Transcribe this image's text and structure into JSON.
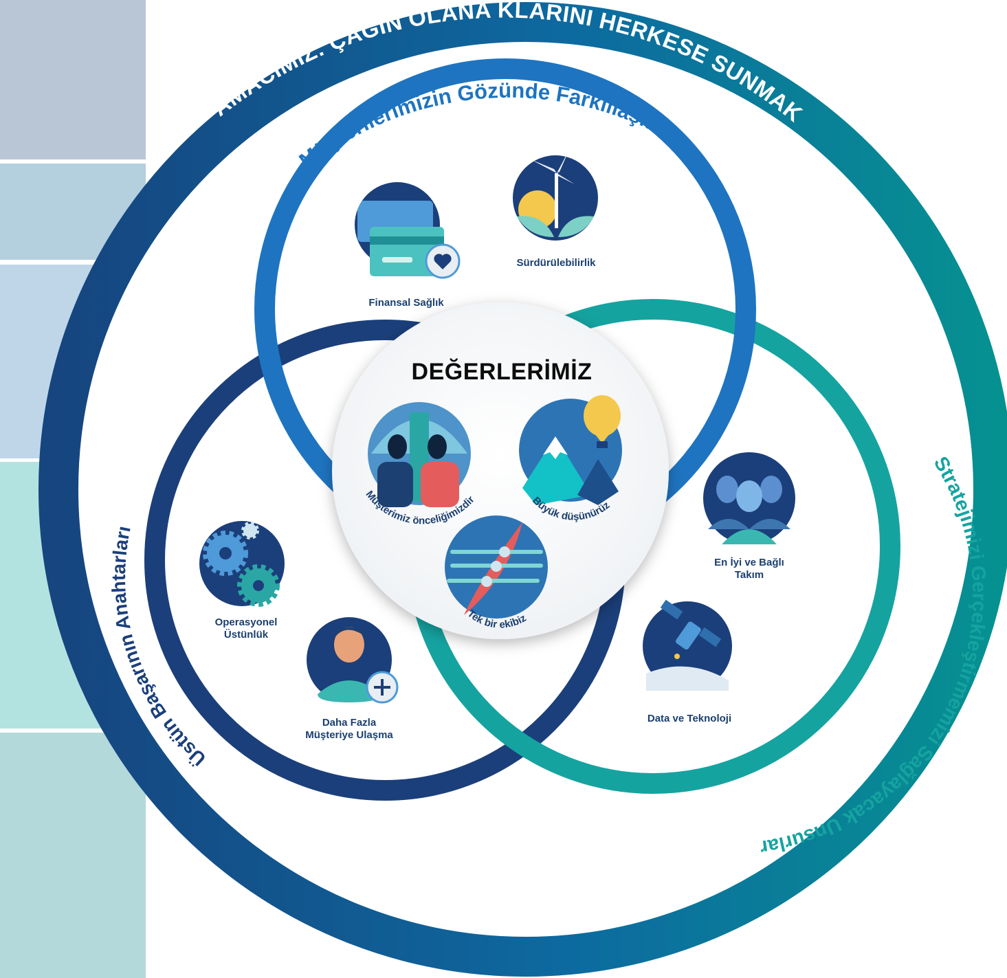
{
  "purpose": "AMACIMIZ: ÇAĞIN OLANA KLARINI HERKESE SUNMAK",
  "rings": {
    "top": "Müşterilerimizin Gözünde Farklılaşma",
    "left": "Üstün Başarının Anahtarları",
    "right": "Stratejimizi Gerçekleştirmemizi Sağlayacak Unsurlar"
  },
  "values": {
    "title": "DEĞERLERİMİZ",
    "items": [
      {
        "label": "Müşterimiz önceliğimizdir",
        "icon": "people-icon"
      },
      {
        "label": "Büyük düşünürüz",
        "icon": "mountain-lightbulb-icon"
      },
      {
        "label": "Tek bir ekibiz",
        "icon": "rowing-boat-icon"
      }
    ]
  },
  "top_items": [
    {
      "label": "Finansal Sağlık",
      "icon": "credit-card-heart-icon"
    },
    {
      "label": "Sürdürülebilirlik",
      "icon": "wind-turbine-icon"
    }
  ],
  "left_items": [
    {
      "label_line1": "Operasyonel",
      "label_line2": "Üstünlük",
      "icon": "gears-icon"
    },
    {
      "label_line1": "Daha Fazla",
      "label_line2": "Müşteriye Ulaşma",
      "icon": "person-plus-icon"
    }
  ],
  "right_items": [
    {
      "label_line1": "En İyi ve Bağlı",
      "label_line2": "Takım",
      "icon": "team-icon"
    },
    {
      "label": "Data ve Teknoloji",
      "icon": "satellite-icon"
    }
  ],
  "colors": {
    "outer_ring_start": "#16457f",
    "outer_ring_end": "#069191",
    "top_ring": "#1e74c0",
    "left_ring": "#1b3f7a",
    "right_ring": "#15a3a0",
    "label_text": "#1b3f6e",
    "band_1": "#b9c6d6",
    "band_2": "#b4cfde",
    "band_3": "#bed6e8",
    "band_4": "#b3e3e0",
    "band_5": "#b3d9da"
  }
}
